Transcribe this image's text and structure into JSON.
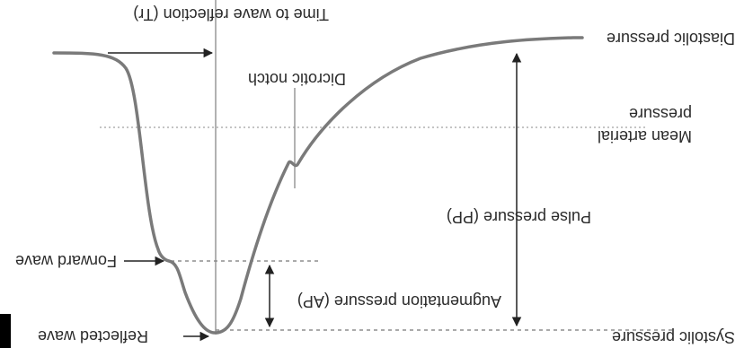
{
  "labels": {
    "time_to_reflection": "Time to wave reflection (Tr)",
    "diastolic_pressure": "Diastolic pressure",
    "dicrotic_notch": "Dicrotic notch",
    "mean_arterial_line1": "Mean arterial",
    "mean_arterial_line2": "pressure",
    "pulse_pressure": "Pulse pressure (PP)",
    "forward_wave": "Forward wave",
    "augmentation_pressure": "Augmentation pressure (AP)",
    "reflected_wave": "Reflected wave",
    "systolic_pressure": "Systolic pressure"
  },
  "colors": {
    "curve": "#7a7a7a",
    "arrows": "#222222",
    "dotted_lines": "#b0b0b0",
    "dashed_lines": "#777777",
    "text": "#2b2b2b"
  },
  "image_orientation": "rotated 180 degrees"
}
